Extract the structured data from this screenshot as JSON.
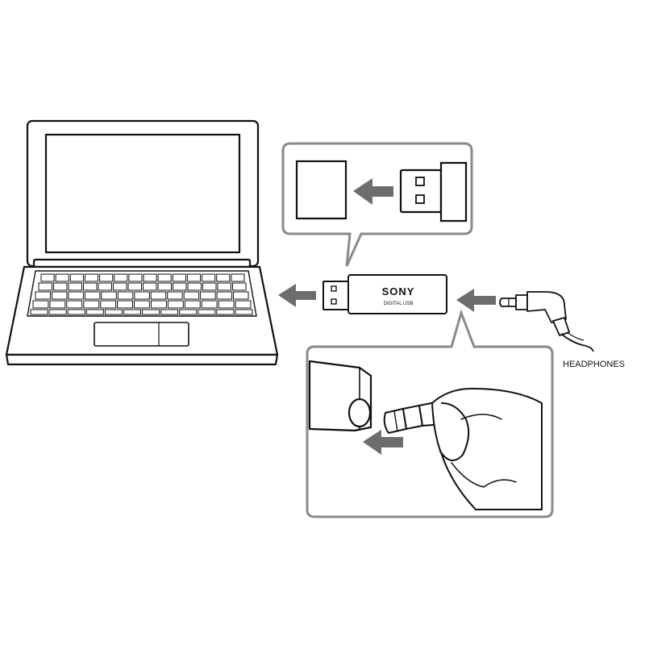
{
  "dongle": {
    "brand": "SONY",
    "sub_label": "DIGITAL USB"
  },
  "labels": {
    "headphones": "HEADPHONES"
  },
  "colors": {
    "line": "#111111",
    "arrow": "#6d6d6d",
    "callout_border": "#8a8a8a",
    "background": "#ffffff"
  },
  "icons": [
    "laptop-icon",
    "usb-dongle-icon",
    "usb-port-icon",
    "headphone-plug-icon",
    "hand-icon",
    "arrow-left-icon"
  ]
}
